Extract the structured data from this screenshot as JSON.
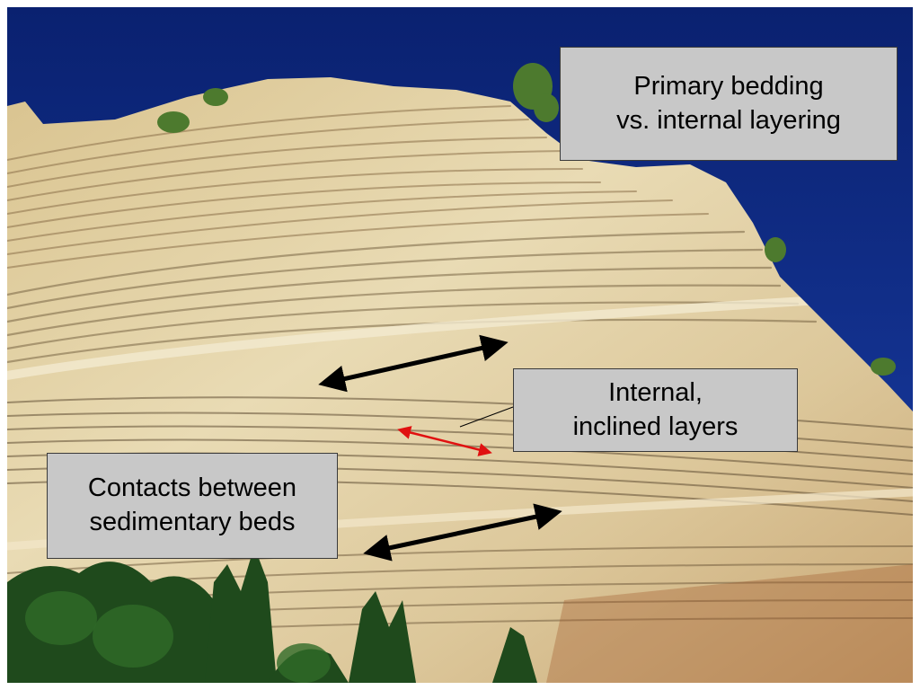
{
  "annotations": {
    "primary": {
      "line1": "Primary bedding",
      "line2": "vs. internal layering"
    },
    "internal": {
      "line1": "Internal,",
      "line2": "inclined layers"
    },
    "contacts": {
      "line1": "Contacts between",
      "line2": "sedimentary beds"
    }
  },
  "colors": {
    "sky": "#0d2a86",
    "rock_light": "#e6d6ad",
    "rock_dark": "#b89a62",
    "label_box": "#c8c8c8",
    "arrow_black": "#000000",
    "arrow_red": "#e01010"
  }
}
